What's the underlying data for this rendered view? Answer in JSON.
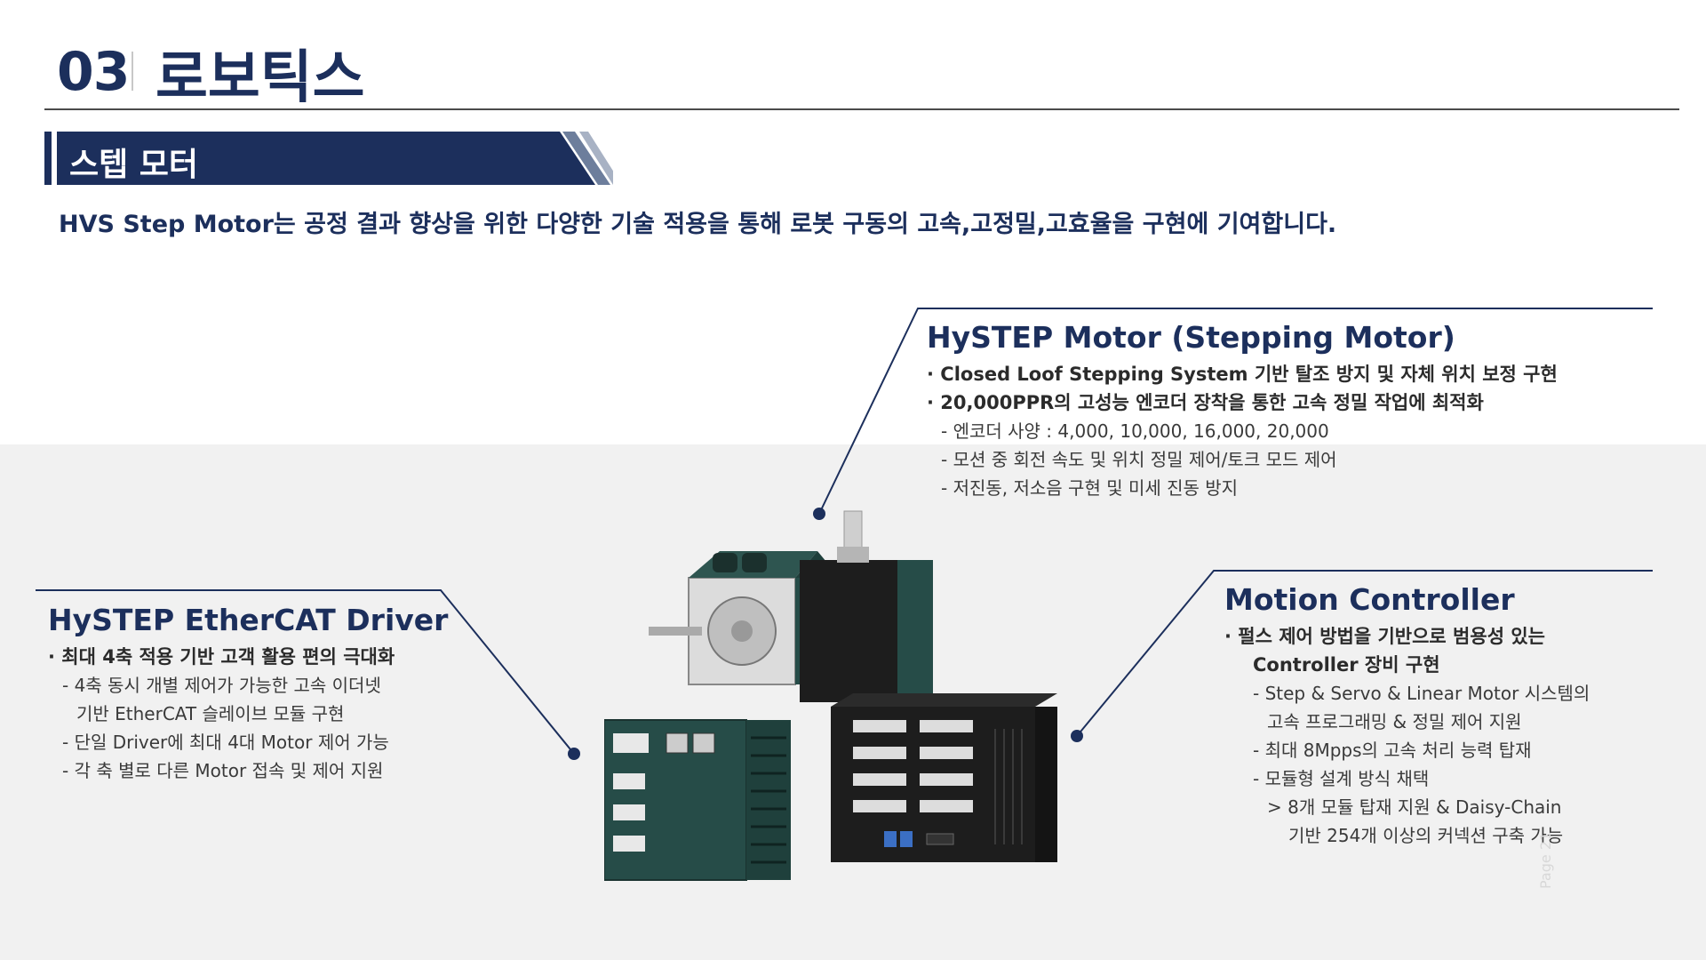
{
  "header": {
    "number": "03",
    "title": "로보틱스"
  },
  "section": {
    "title": "스텝 모터"
  },
  "intro": "HVS Step Motor는 공정 결과 향상을 위한 다양한 기술 적용을 통해 로봇 구동의 고속,고정밀,고효율을 구현에 기여합니다.",
  "motor": {
    "title": "HySTEP Motor (Stepping Motor)",
    "lines": [
      "· Closed Loof Stepping System 기반 탈조 방지 및 자체 위치 보정 구현",
      "· 20,000PPR의 고성능 엔코더 장착을 통한 고속 정밀 작업에 최적화",
      "- 엔코더 사양 : 4,000, 10,000, 16,000, 20,000",
      "- 모션 중 회전 속도 및 위치 정밀 제어/토크 모드 제어",
      "- 저진동, 저소음 구현 및 미세 진동 방지"
    ]
  },
  "driver": {
    "title": "HySTEP EtherCAT Driver",
    "lines": [
      "· 최대 4축 적용 기반 고객 활용 편의 극대화",
      "- 4축 동시 개별 제어가 가능한 고속 이더넷",
      "기반 EtherCAT 슬레이브 모듈 구현",
      "- 단일 Driver에 최대 4대 Motor 제어 가능",
      "- 각 축 별로 다른 Motor 접속 및 제어 지원"
    ]
  },
  "controller": {
    "title": "Motion Controller",
    "lines": [
      "· 펄스 제어 방법을 기반으로 범용성 있는",
      "Controller 장비 구현",
      "- Step & Servo & Linear Motor 시스템의",
      "고속 프로그래밍 & 정밀 제어 지원",
      "- 최대 8Mpps의 고속 처리 능력 탑재",
      "- 모듈형 설계 방식 채택",
      "> 8개 모듈 탑재 지원 & Daisy-Chain",
      "기반 254개 이상의 커넥션 구축 가능"
    ]
  },
  "page_label": "Page 21",
  "colors": {
    "navy": "#1c2f5c",
    "bg_lower": "#f1f1f1",
    "device_green": "#264c48",
    "device_black": "#1d1d1d"
  }
}
